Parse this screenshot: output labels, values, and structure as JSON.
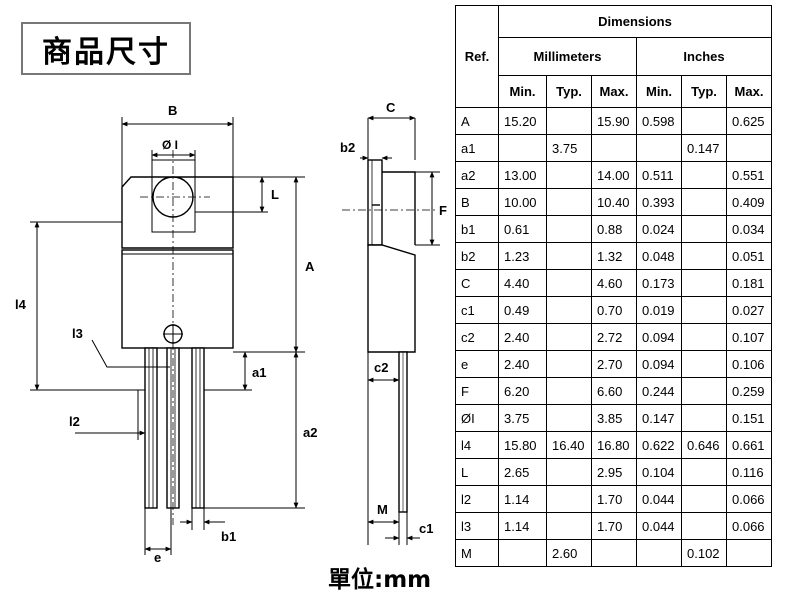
{
  "title": "商品尺寸",
  "unit": "單位:mm",
  "drawing_labels": {
    "B": "B",
    "diameter_i": "Ø I",
    "L": "L",
    "A": "A",
    "l4": "l4",
    "l3": "l3",
    "a1": "a1",
    "a2": "a2",
    "l2": "l2",
    "e": "e",
    "b1": "b1",
    "C": "C",
    "b2": "b2",
    "F": "F",
    "c2": "c2",
    "M": "M",
    "c1": "c1"
  },
  "table": {
    "header_dimensions": "Dimensions",
    "header_ref": "Ref.",
    "header_mm": "Millimeters",
    "header_in": "Inches",
    "sub_min": "Min.",
    "sub_typ": "Typ.",
    "sub_max": "Max.",
    "rows": [
      {
        "ref": "A",
        "mm_min": "15.20",
        "mm_typ": "",
        "mm_max": "15.90",
        "in_min": "0.598",
        "in_typ": "",
        "in_max": "0.625"
      },
      {
        "ref": "a1",
        "mm_min": "",
        "mm_typ": "3.75",
        "mm_max": "",
        "in_min": "",
        "in_typ": "0.147",
        "in_max": ""
      },
      {
        "ref": "a2",
        "mm_min": "13.00",
        "mm_typ": "",
        "mm_max": "14.00",
        "in_min": "0.511",
        "in_typ": "",
        "in_max": "0.551"
      },
      {
        "ref": "B",
        "mm_min": "10.00",
        "mm_typ": "",
        "mm_max": "10.40",
        "in_min": "0.393",
        "in_typ": "",
        "in_max": "0.409"
      },
      {
        "ref": "b1",
        "mm_min": "0.61",
        "mm_typ": "",
        "mm_max": "0.88",
        "in_min": "0.024",
        "in_typ": "",
        "in_max": "0.034"
      },
      {
        "ref": "b2",
        "mm_min": "1.23",
        "mm_typ": "",
        "mm_max": "1.32",
        "in_min": "0.048",
        "in_typ": "",
        "in_max": "0.051"
      },
      {
        "ref": "C",
        "mm_min": "4.40",
        "mm_typ": "",
        "mm_max": "4.60",
        "in_min": "0.173",
        "in_typ": "",
        "in_max": "0.181"
      },
      {
        "ref": "c1",
        "mm_min": "0.49",
        "mm_typ": "",
        "mm_max": "0.70",
        "in_min": "0.019",
        "in_typ": "",
        "in_max": "0.027"
      },
      {
        "ref": "c2",
        "mm_min": "2.40",
        "mm_typ": "",
        "mm_max": "2.72",
        "in_min": "0.094",
        "in_typ": "",
        "in_max": "0.107"
      },
      {
        "ref": "e",
        "mm_min": "2.40",
        "mm_typ": "",
        "mm_max": "2.70",
        "in_min": "0.094",
        "in_typ": "",
        "in_max": "0.106"
      },
      {
        "ref": "F",
        "mm_min": "6.20",
        "mm_typ": "",
        "mm_max": "6.60",
        "in_min": "0.244",
        "in_typ": "",
        "in_max": "0.259"
      },
      {
        "ref": "ØI",
        "mm_min": "3.75",
        "mm_typ": "",
        "mm_max": "3.85",
        "in_min": "0.147",
        "in_typ": "",
        "in_max": "0.151"
      },
      {
        "ref": "l4",
        "mm_min": "15.80",
        "mm_typ": "16.40",
        "mm_max": "16.80",
        "in_min": "0.622",
        "in_typ": "0.646",
        "in_max": "0.661"
      },
      {
        "ref": "L",
        "mm_min": "2.65",
        "mm_typ": "",
        "mm_max": "2.95",
        "in_min": "0.104",
        "in_typ": "",
        "in_max": "0.116"
      },
      {
        "ref": "l2",
        "mm_min": "1.14",
        "mm_typ": "",
        "mm_max": "1.70",
        "in_min": "0.044",
        "in_typ": "",
        "in_max": "0.066"
      },
      {
        "ref": "l3",
        "mm_min": "1.14",
        "mm_typ": "",
        "mm_max": "1.70",
        "in_min": "0.044",
        "in_typ": "",
        "in_max": "0.066"
      },
      {
        "ref": "M",
        "mm_min": "",
        "mm_typ": "2.60",
        "mm_max": "",
        "in_min": "",
        "in_typ": "0.102",
        "in_max": ""
      }
    ]
  }
}
